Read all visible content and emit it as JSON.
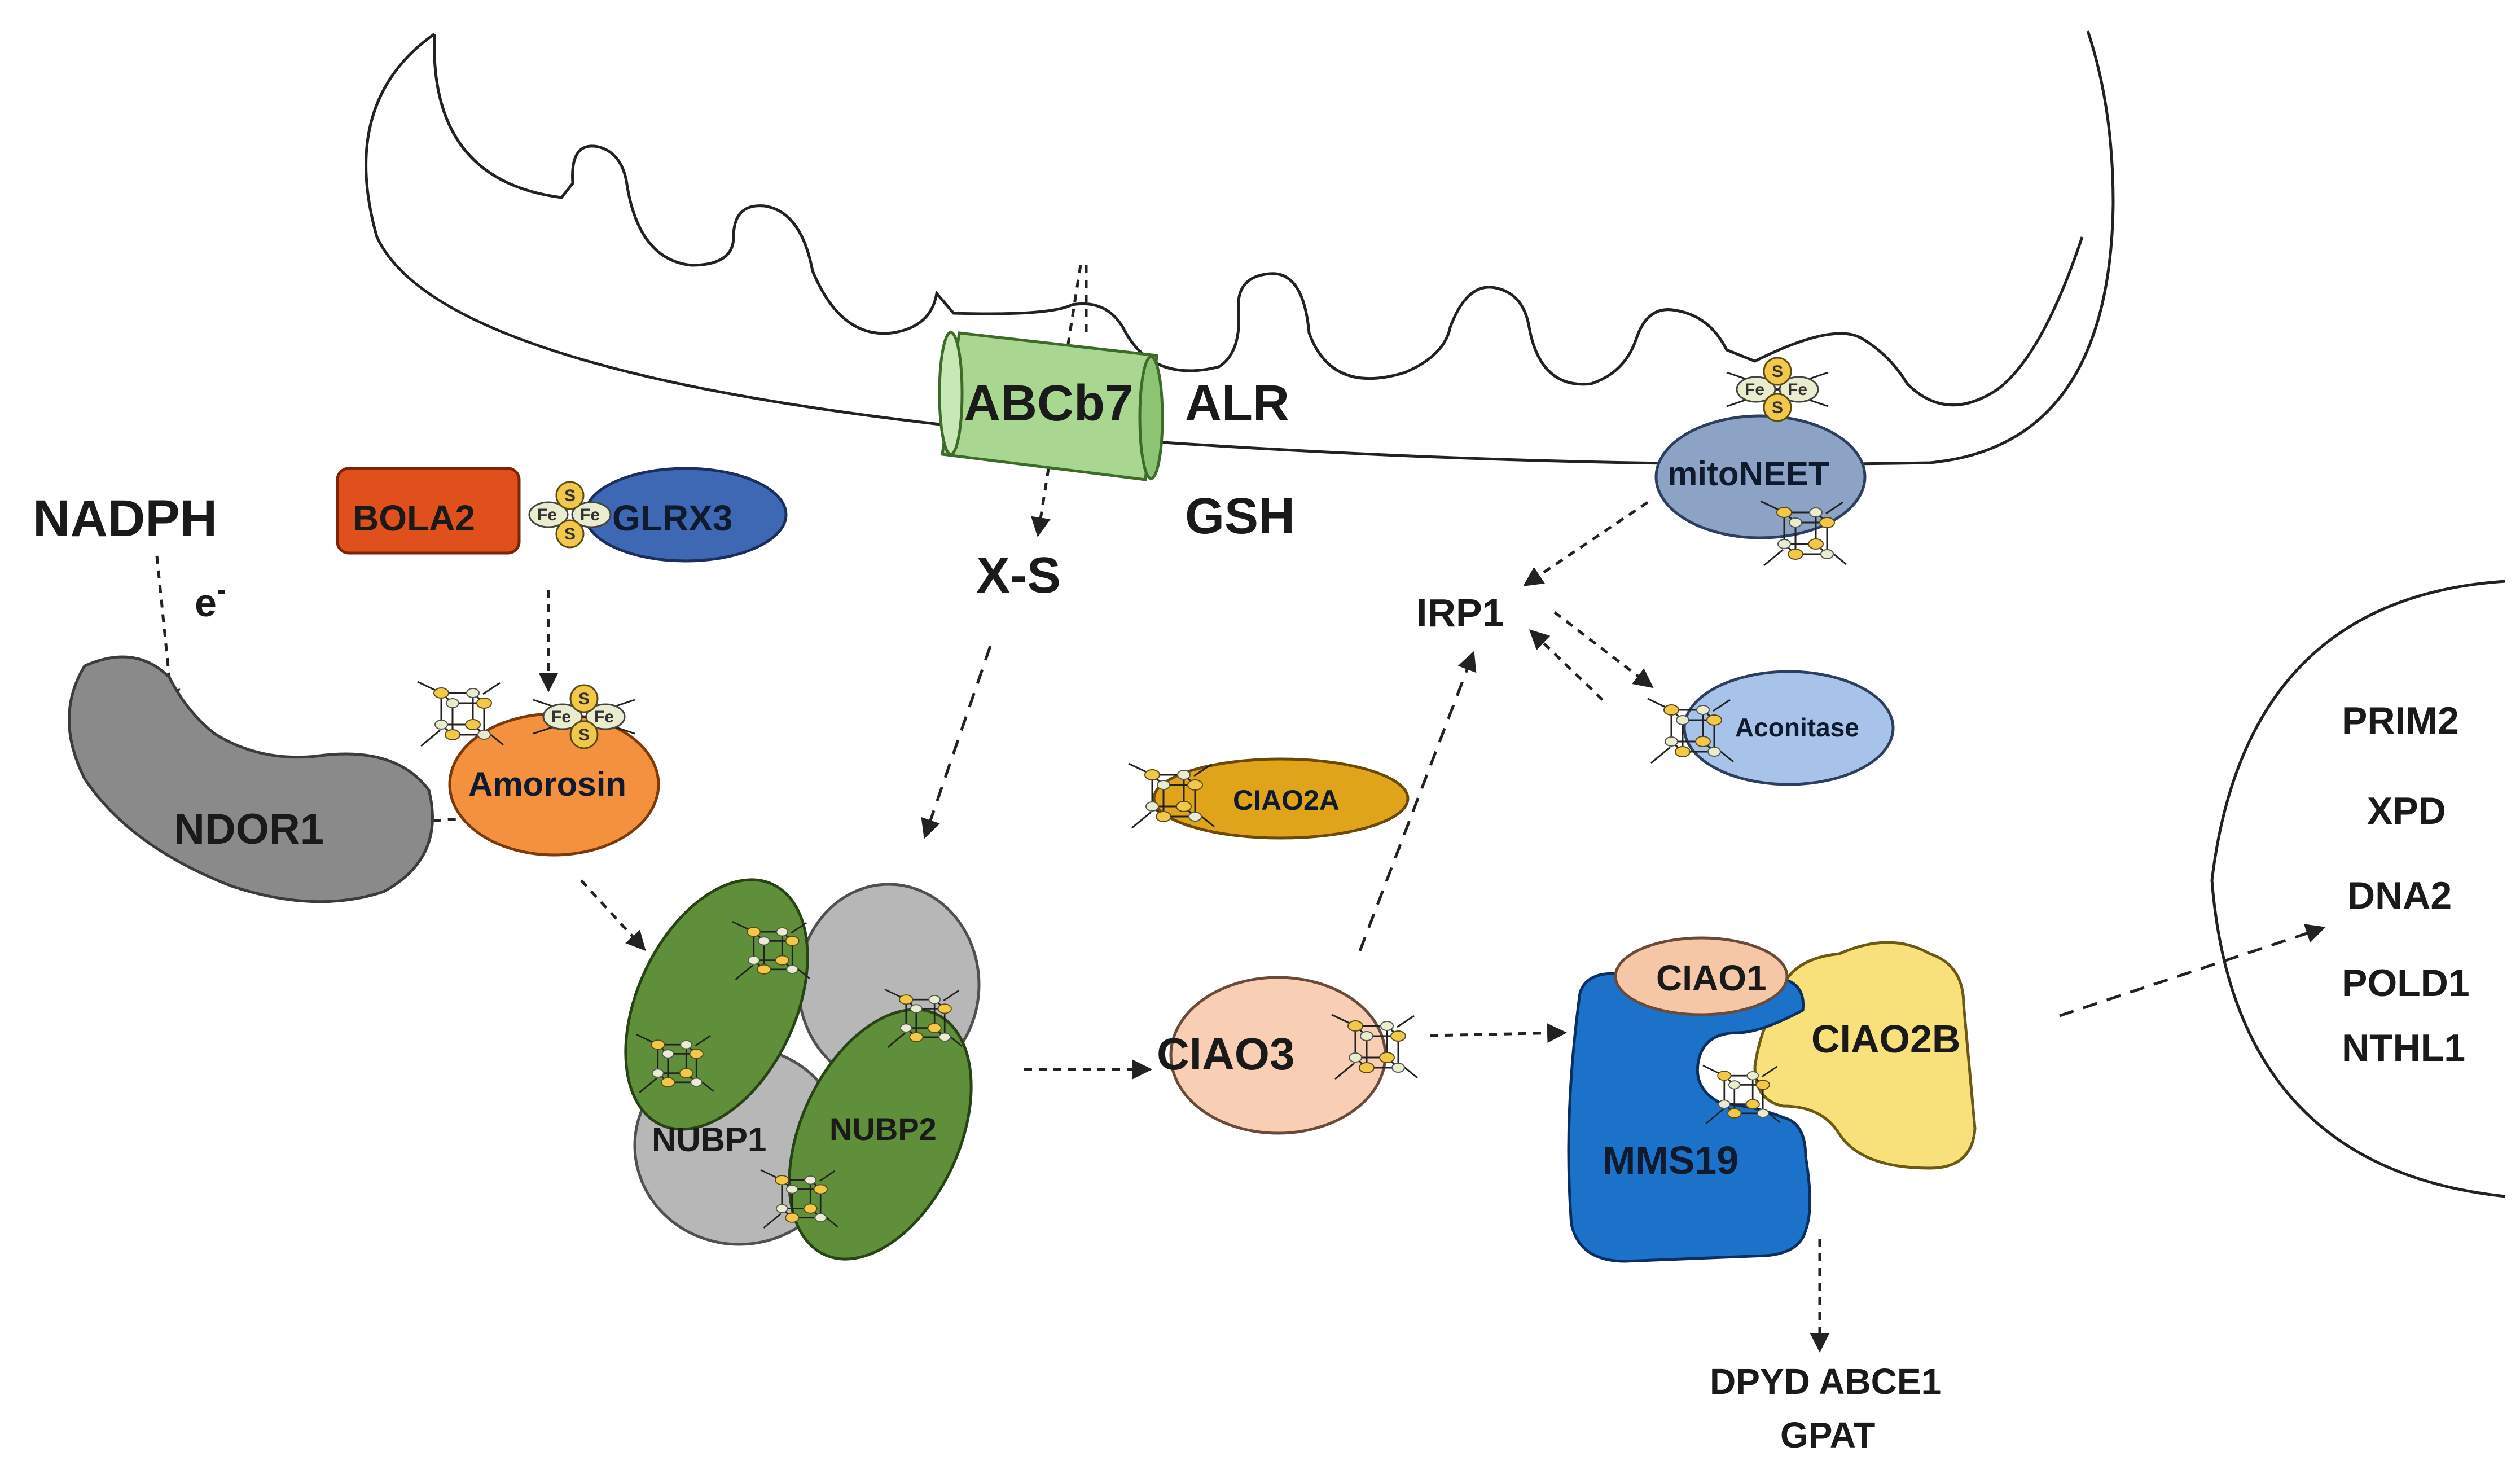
{
  "labels": {
    "nadph": "NADPH",
    "electron": "e",
    "electron_sup": "-",
    "bola2": "BOLA2",
    "glrx3": "GLRX3",
    "abcb7": "ABCb7",
    "alr": "ALR",
    "gsh": "GSH",
    "xs": "X-S",
    "mitoneet": "mitoNEET",
    "irp1": "IRP1",
    "aconitase": "Aconitase",
    "ndor1": "NDOR1",
    "amorosin": "Amorosin",
    "ciao2a": "CIAO2A",
    "nubp1": "NUBP1",
    "nubp2": "NUBP2",
    "ciao3": "CIAO3",
    "ciao1": "CIAO1",
    "ciao2b": "CIAO2B",
    "mms19": "MMS19",
    "downstream_1": "DPYD ABCE1",
    "downstream_2": "GPAT",
    "nucleus_targets": [
      "PRIM2",
      "XPD",
      "DNA2",
      "POLD1",
      "NTHL1"
    ],
    "fe": "Fe",
    "s": "S"
  },
  "colors": {
    "bola2": "#e0501c",
    "glrx3": "#3e67b4",
    "abcb7": "#a9d792",
    "mitoneet": "#8ca3c6",
    "aconitase": "#a8c3ea",
    "ndor1": "#8a8a8a",
    "amorosin": "#f3913f",
    "ciao2a": "#e0a41a",
    "nubp_green": "#5f8f3b",
    "nubp_grey": "#b7b7b7",
    "ciao3": "#f8cfb4",
    "ciao1": "#f6c7a6",
    "ciao2b": "#f8e07a",
    "mms19": "#1c72c8",
    "sulfur": "#f2c84b"
  },
  "icons": [
    "fe-s-cluster-2fe2s-icon",
    "fe-s-cluster-4fe4s-icon"
  ]
}
